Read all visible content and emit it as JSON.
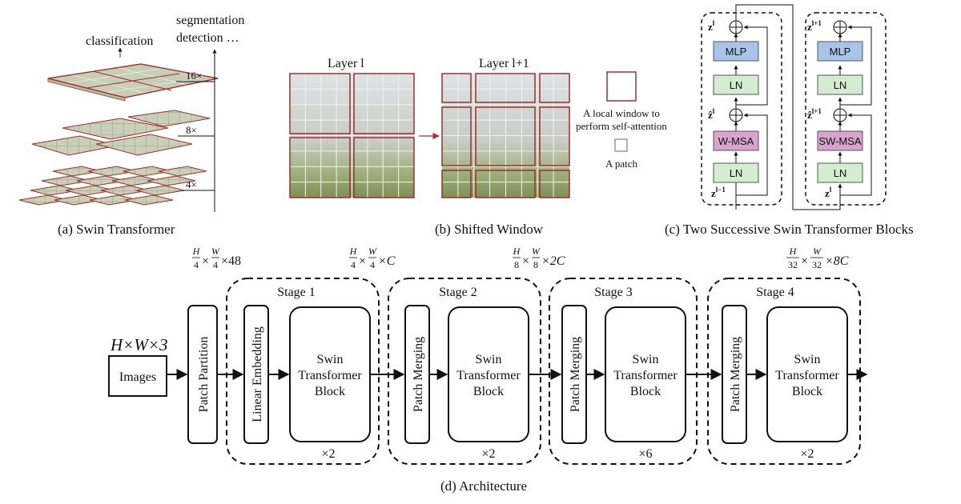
{
  "captions": {
    "a": "(a) Swin Transformer",
    "b": "(b) Shifted Window",
    "c": "(c) Two Successive Swin Transformer Blocks",
    "d": "(d) Architecture"
  },
  "panel_a": {
    "classification": "classification",
    "segmentation": "segmentation",
    "detection": "detection …",
    "scales": [
      "16×",
      "8×",
      "4×"
    ]
  },
  "panel_b": {
    "layer_l": "Layer l",
    "layer_l1": "Layer l+1",
    "legend_window": [
      "A local window to",
      "perform self-attention"
    ],
    "legend_patch": "A patch"
  },
  "panel_c": {
    "block1": {
      "top": "MLP",
      "mid": "LN",
      "attn": "W-MSA",
      "bot": "LN",
      "out": "z",
      "out_sup": "l",
      "hat": "ẑ",
      "hat_sup": "l",
      "in": "z",
      "in_sup": "l−1"
    },
    "block2": {
      "top": "MLP",
      "mid": "LN",
      "attn": "SW-MSA",
      "bot": "LN",
      "out": "z",
      "out_sup": "l+1",
      "hat": "ẑ",
      "hat_sup": "l+1",
      "in": "z",
      "in_sup": "l"
    },
    "colors": {
      "mlp": "#a9c4e8",
      "ln": "#d5ecd2",
      "msa": "#d8a3cc"
    }
  },
  "panel_d": {
    "input_dims": "H×W×3",
    "images": "Images",
    "patch_partition": "Patch Partition",
    "linear_embedding": "Linear Embedding",
    "patch_merging": "Patch Merging",
    "swin_block": [
      "Swin",
      "Transformer",
      "Block"
    ],
    "dims": [
      {
        "a": "H",
        "b": "4",
        "c": "W",
        "d": "4",
        "tail": "×48"
      },
      {
        "a": "H",
        "b": "4",
        "c": "W",
        "d": "4",
        "tail": "×C"
      },
      {
        "a": "H",
        "b": "8",
        "c": "W",
        "d": "8",
        "tail": "×2C"
      },
      {
        "a": "H",
        "b": "32",
        "c": "W",
        "d": "32",
        "tail": "×8C"
      }
    ],
    "stages": [
      {
        "name": "Stage 1",
        "repeat": "×2"
      },
      {
        "name": "Stage 2",
        "repeat": "×2"
      },
      {
        "name": "Stage 3",
        "repeat": "×6"
      },
      {
        "name": "Stage 4",
        "repeat": "×2"
      }
    ]
  }
}
